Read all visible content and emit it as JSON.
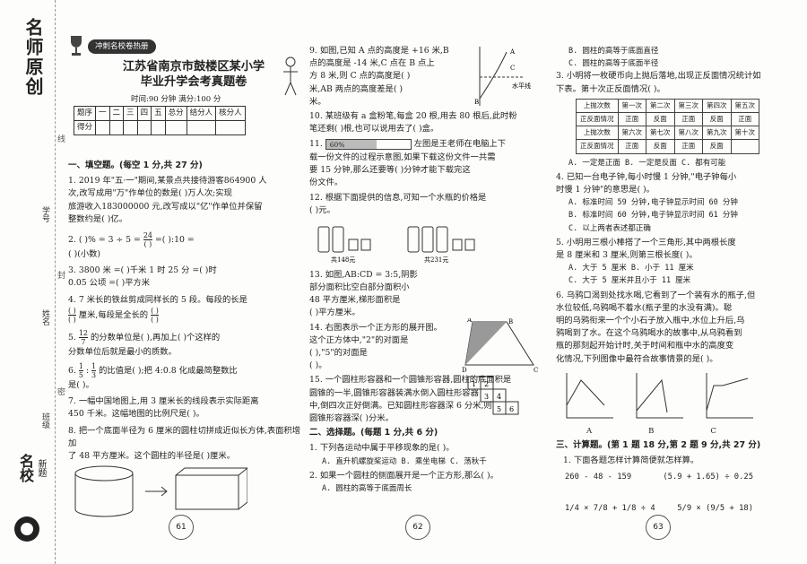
{
  "binding": {
    "brand_top": "名师原创",
    "labels": [
      "学号",
      "姓名",
      "班级"
    ],
    "seps": [
      "线",
      "封",
      "密"
    ],
    "brand_bottom_main": "名校",
    "brand_bottom_sub": "新题"
  },
  "header": {
    "badge": "冲刺名校卷热册",
    "title_line1": "江苏省南京市鼓楼区某小学",
    "title_line2": "毕业升学会考真题卷",
    "meta": "时间:90 分钟    满分:100 分",
    "score_table": {
      "row1": [
        "题序",
        "一",
        "二",
        "三",
        "四",
        "五",
        "总分",
        "结分人",
        "核分人"
      ],
      "row2": [
        "得分",
        "",
        "",
        "",
        "",
        "",
        "",
        "",
        ""
      ]
    }
  },
  "col1": {
    "sec1": "一、填空题。(每空 1 分,共 27 分)",
    "q1a": "1. 2019 年\"五·一\"期间,某景点共接待游客864900 人",
    "q1b": "次,改写成用\"万\"作单位的数是(        )万人次;实现",
    "q1c": "旅游收入183000000 元,改写成以\"亿\"作单位并保留",
    "q1d": "整数约是(        )亿。",
    "q2a": "2. (    )% = 3 ÷ 5 =",
    "q2b": "24",
    "q2c": "=(        ):10 =",
    "q2d": "(        )(小数)",
    "q3a": "3. 3800 米 =(        )千米  1 时 25 分 =(        )时",
    "q3b": "0.05 公顷 =(        )平方米",
    "q4a": "4. 7 米长的铁丝剪成同样长的 5 段。每段的长是",
    "q4b": "厘米,每段是全长的",
    "q5a": "5.",
    "q5b": "12",
    "q5c": "7",
    "q5d": "的分数单位是(        ),再加上(        )个这样的",
    "q5e": "分数单位后就是最小的质数。",
    "q6a": "6.",
    "q6b": "1",
    "q6c": "5",
    "q6d": ":",
    "q6e": "1",
    "q6f": "3",
    "q6g": "的比值是(        );把 4:0.8 化成最简整数比",
    "q6h": "是(        )。",
    "q7a": "7. 一幅中国地图上,用 3 厘米长的线段表示实际距离",
    "q7b": "450 千米。这幅地图的比例尺是(        )。",
    "q8a": "8. 把一个底面半径为 6 厘米的圆柱切拼成近似长方体,表面积增加",
    "q8b": "了 48 平方厘米。这个圆柱的半径是(        )厘米。"
  },
  "col2": {
    "q9a": "9. 如图,已知 A 点的高度是 +16 米,B",
    "q9b": "点的高度是 -14 米,C 点在 B 点上",
    "q9c": "方 8 米,则 C 点的高度是(        )",
    "q9d": "米,AB 两点的高度差是(        )",
    "q9e": "米。",
    "q9_level": "水平线",
    "q10a": "10. 某班级有 a 盒粉笔,每盒 20 根,用去 80 根后,此时粉",
    "q10b": "笔还剩(        )根,也可以说用去了(        )盒。",
    "q11_pct": "60%",
    "q11a": "左图是王老师在电脑上下",
    "q11b": "载一份文件的过程示意图,如果下载这份文件一共需",
    "q11c": "要 15 分钟,那么还要等(        )分钟才能下载完这",
    "q11d": "份文件。",
    "q12a": "12. 根据下面提供的信息,可知一个水瓶的价格是",
    "q12b": "(        )元。",
    "q12_price1": "共148元",
    "q12_price2": "共231元",
    "q13a": "13. 如图,AB:CD = 3:5,阴影",
    "q13b": "部分面积比空白部分面积小",
    "q13c": "48 平方厘米,梯形面积是",
    "q13d": "(        )平方厘米。",
    "q14a": "14. 右图表示一个正方形的展开图。",
    "q14b": "这个正方体中,\"2\"的对面是",
    "q14c": "(        ),\"5\"的对面是",
    "q14d": "(        )。",
    "cube": [
      "1",
      "2",
      "3",
      "4",
      "5",
      "6"
    ],
    "q15a": "15. 一个圆柱形容器和一个圆锥形容器,圆柱的底面积是",
    "q15b": "圆锥的一半,圆锥形容器装满水倒入圆柱形容器",
    "q15c": "中,倒四次正好倒满。已知圆柱形容器深 6 分米,则",
    "q15d": "圆锥形容器深(        )分米。",
    "sec2": "二、选择题。(每题 1 分,共 6 分)",
    "q2_1a": "1. 下列各运动中属于平移现象的是(        )。",
    "q2_1b": "A. 直升机螺旋桨运动  B. 乘坐电梯  C. 荡秋千",
    "q2_2a": "2. 如果一个圆柱的侧面展开是一个正方形,那么(        )。",
    "q2_2b": "A. 圆柱的高等于底面周长"
  },
  "col3": {
    "c2b": "B. 圆柱的高等于底面直径",
    "c2c": "C. 圆柱的高等于底面半径",
    "q3a": "3. 小明将一枚硬币向上抛后落地,出现正反面情况统计如",
    "q3b": "下表。第十次正反面情况(        )。",
    "coin_row1": [
      "上抛次数",
      "第一次",
      "第二次",
      "第三次",
      "第四次",
      "第五次"
    ],
    "coin_row2": [
      "正反面情况",
      "正面",
      "反面",
      "正面",
      "反面",
      "正面"
    ],
    "coin_row3": [
      "上抛次数",
      "第六次",
      "第七次",
      "第八次",
      "第九次",
      "第十次"
    ],
    "coin_row4": [
      "正反面情况",
      "正面",
      "反面",
      "正面",
      "反面",
      ""
    ],
    "q3c": "A. 一定是正面    B. 一定是反面    C. 都有可能",
    "q4a": "4. 已知一台电子钟,每小时慢 1 分钟,\"电子钟每小",
    "q4b": "时慢 1 分钟\"的意思是(        )。",
    "q4c": "A. 标准时间 59 分钟,电子钟显示时间 60 分钟",
    "q4d": "B. 标准时间 60 分钟,电子钟显示时间 61 分钟",
    "q4e": "C. 以上两者表述都正确",
    "q5a": "5. 小明用三根小棒搭了一个三角形,其中两根长度",
    "q5b": "是 8 厘米和 3 厘米,则第三根长度(        )。",
    "q5c": "A. 大于 5 厘米        B. 小于 11 厘米",
    "q5d": "C. 大于 5 厘米并且小于 11 厘米",
    "q6a": "6. 乌鸦口渴到处找水喝,它看到了一个装有水的瓶子,但",
    "q6b": "水位较低,乌鸦喝不着水(瓶子里的水没有满)。聪",
    "q6c": "明的乌鸦衔来一个个小石子放入瓶中,水位上升后,乌",
    "q6d": "鸦喝到了水。在这个乌鸦喝水的故事中,从乌鸦看到",
    "q6e": "瓶的那刻起开始计时,关于时间和瓶中水的高度变",
    "q6f": "化情况,下列图像中最符合故事情景的是(        )。",
    "graph_labels": [
      "A",
      "B",
      "C"
    ],
    "sec3": "三、计算题。(第 1 题 18 分,第 2 题 9 分,共 27 分)",
    "c1": "1. 下面各题怎样计算简便就怎样算。",
    "e1": "260 - 48 - 159",
    "e2": "(5.9 + 1.65) ÷ 0.25",
    "e3": "1/4 × 7/8 + 1/8 ÷ 4",
    "e4": "5/9 × (9/5 + 18)"
  },
  "pages": [
    "61",
    "62",
    "63"
  ],
  "download_progress": 0.6
}
